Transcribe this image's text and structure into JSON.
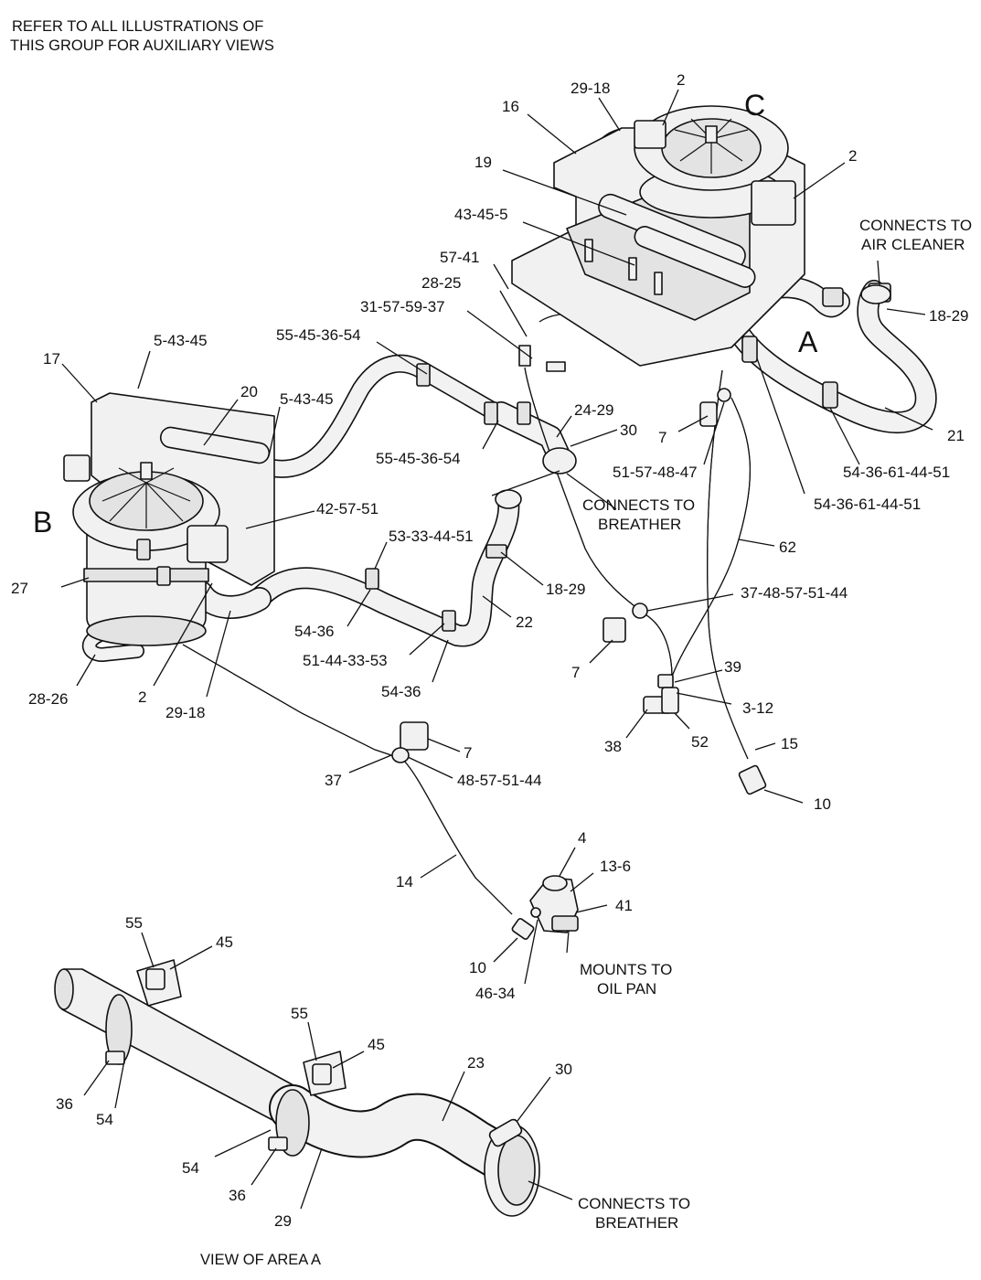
{
  "header_note": [
    "REFER TO ALL ILLUSTRATIONS OF",
    "THIS GROUP FOR AUXILIARY VIEWS"
  ],
  "footer_caption": "VIEW OF AREA  A",
  "area_letters": [
    "A",
    "B",
    "C"
  ],
  "callouts": [
    {
      "id": "c1",
      "text": "29-18"
    },
    {
      "id": "c2",
      "text": "2"
    },
    {
      "id": "c3",
      "text": "16"
    },
    {
      "id": "c4",
      "text": "2"
    },
    {
      "id": "c5",
      "text": "19"
    },
    {
      "id": "c6",
      "text": "43-45-5"
    },
    {
      "id": "c7",
      "text": "57-41"
    },
    {
      "id": "c8",
      "text": "28-25"
    },
    {
      "id": "c9",
      "text": "31-57-59-37"
    },
    {
      "id": "c10",
      "text": "55-45-36-54"
    },
    {
      "id": "c11",
      "text": "5-43-45"
    },
    {
      "id": "c12",
      "text": "17"
    },
    {
      "id": "c13",
      "text": "20"
    },
    {
      "id": "c14",
      "text": "5-43-45"
    },
    {
      "id": "c15",
      "text": "24-29"
    },
    {
      "id": "c16",
      "text": "30"
    },
    {
      "id": "c17",
      "text": "55-45-36-54"
    },
    {
      "id": "c18",
      "text": "7"
    },
    {
      "id": "c19",
      "text": "51-57-48-47"
    },
    {
      "id": "c20",
      "text": "18-29"
    },
    {
      "id": "c21",
      "text": "21"
    },
    {
      "id": "c22",
      "text": "54-36-61-44-51"
    },
    {
      "id": "c23",
      "text": "54-36-61-44-51"
    },
    {
      "id": "c24",
      "text": "42-57-51"
    },
    {
      "id": "c25",
      "text": "53-33-44-51"
    },
    {
      "id": "c26",
      "text": "62"
    },
    {
      "id": "c27",
      "text": "27"
    },
    {
      "id": "c28",
      "text": "18-29"
    },
    {
      "id": "c29",
      "text": "37-48-57-51-44"
    },
    {
      "id": "c30",
      "text": "22"
    },
    {
      "id": "c31",
      "text": "54-36"
    },
    {
      "id": "c32",
      "text": "51-44-33-53"
    },
    {
      "id": "c33",
      "text": "54-36"
    },
    {
      "id": "c34",
      "text": "7"
    },
    {
      "id": "c35",
      "text": "39"
    },
    {
      "id": "c36",
      "text": "3-12"
    },
    {
      "id": "c37",
      "text": "28-26"
    },
    {
      "id": "c38",
      "text": "2"
    },
    {
      "id": "c39",
      "text": "29-18"
    },
    {
      "id": "c40",
      "text": "38"
    },
    {
      "id": "c41",
      "text": "52"
    },
    {
      "id": "c42",
      "text": "15"
    },
    {
      "id": "c43",
      "text": "7"
    },
    {
      "id": "c44",
      "text": "37"
    },
    {
      "id": "c45",
      "text": "48-57-51-44"
    },
    {
      "id": "c46",
      "text": "10"
    },
    {
      "id": "c47",
      "text": "4"
    },
    {
      "id": "c48",
      "text": "13-6"
    },
    {
      "id": "c49",
      "text": "14"
    },
    {
      "id": "c50",
      "text": "41"
    },
    {
      "id": "c51",
      "text": "10"
    },
    {
      "id": "c52",
      "text": "46-34"
    },
    {
      "id": "c53",
      "text": "55"
    },
    {
      "id": "c54",
      "text": "45"
    },
    {
      "id": "c55",
      "text": "55"
    },
    {
      "id": "c56",
      "text": "45"
    },
    {
      "id": "c57",
      "text": "23"
    },
    {
      "id": "c58",
      "text": "30"
    },
    {
      "id": "c59",
      "text": "36"
    },
    {
      "id": "c60",
      "text": "54"
    },
    {
      "id": "c61",
      "text": "54"
    },
    {
      "id": "c62",
      "text": "36"
    },
    {
      "id": "c63",
      "text": "29"
    }
  ],
  "notes": {
    "air_cleaner": [
      "CONNECTS TO",
      "AIR CLEANER"
    ],
    "breather_top": [
      "CONNECTS TO",
      "BREATHER"
    ],
    "oil_pan": [
      "MOUNTS TO",
      "OIL PAN"
    ],
    "breather_bottom": [
      "CONNECTS TO",
      "BREATHER"
    ]
  }
}
